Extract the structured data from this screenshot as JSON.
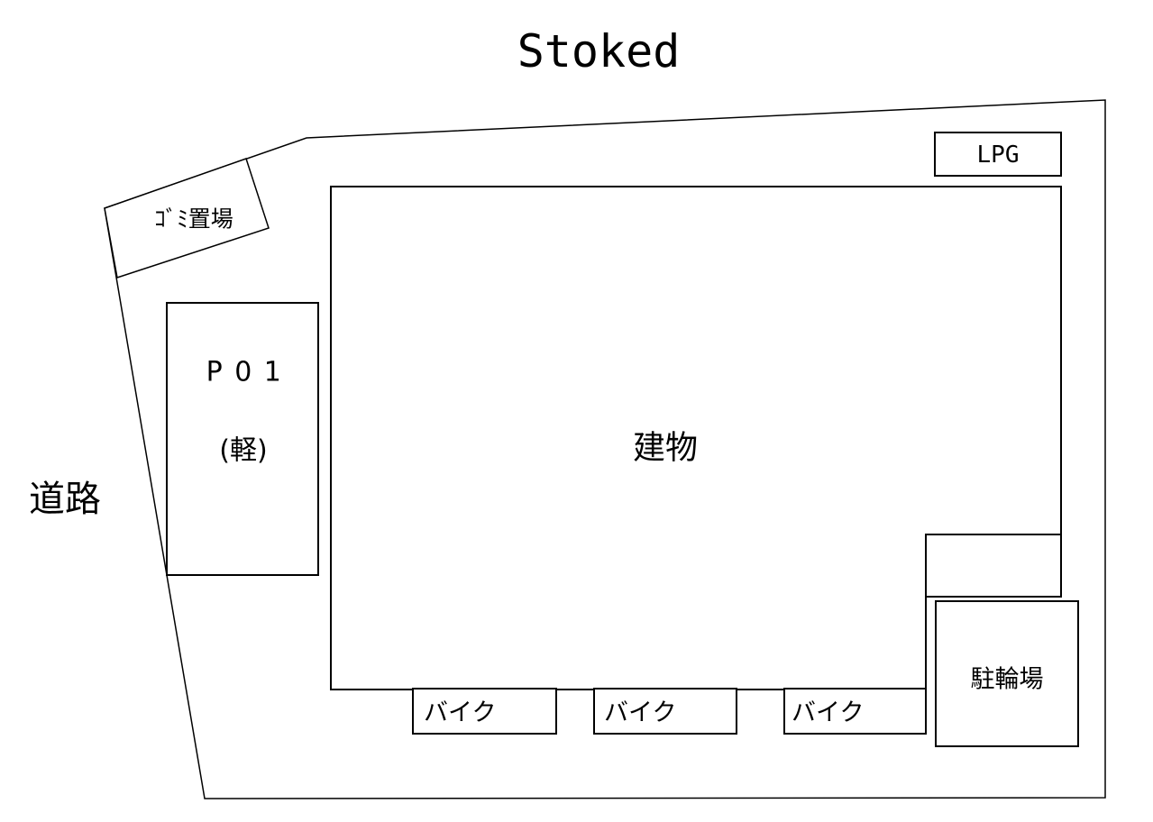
{
  "title": "Stoked",
  "colors": {
    "line": "#000000",
    "background": "#ffffff"
  },
  "labels": {
    "road": "道路",
    "garbage_area": "ｺﾞﾐ置場",
    "parking_space": "P01",
    "parking_space_type": "(軽)",
    "building": "建物",
    "lpg": "LPG",
    "bicycle_parking": "駐輪場",
    "bike_spaces": [
      "バイク",
      "バイク",
      "バイク"
    ]
  }
}
